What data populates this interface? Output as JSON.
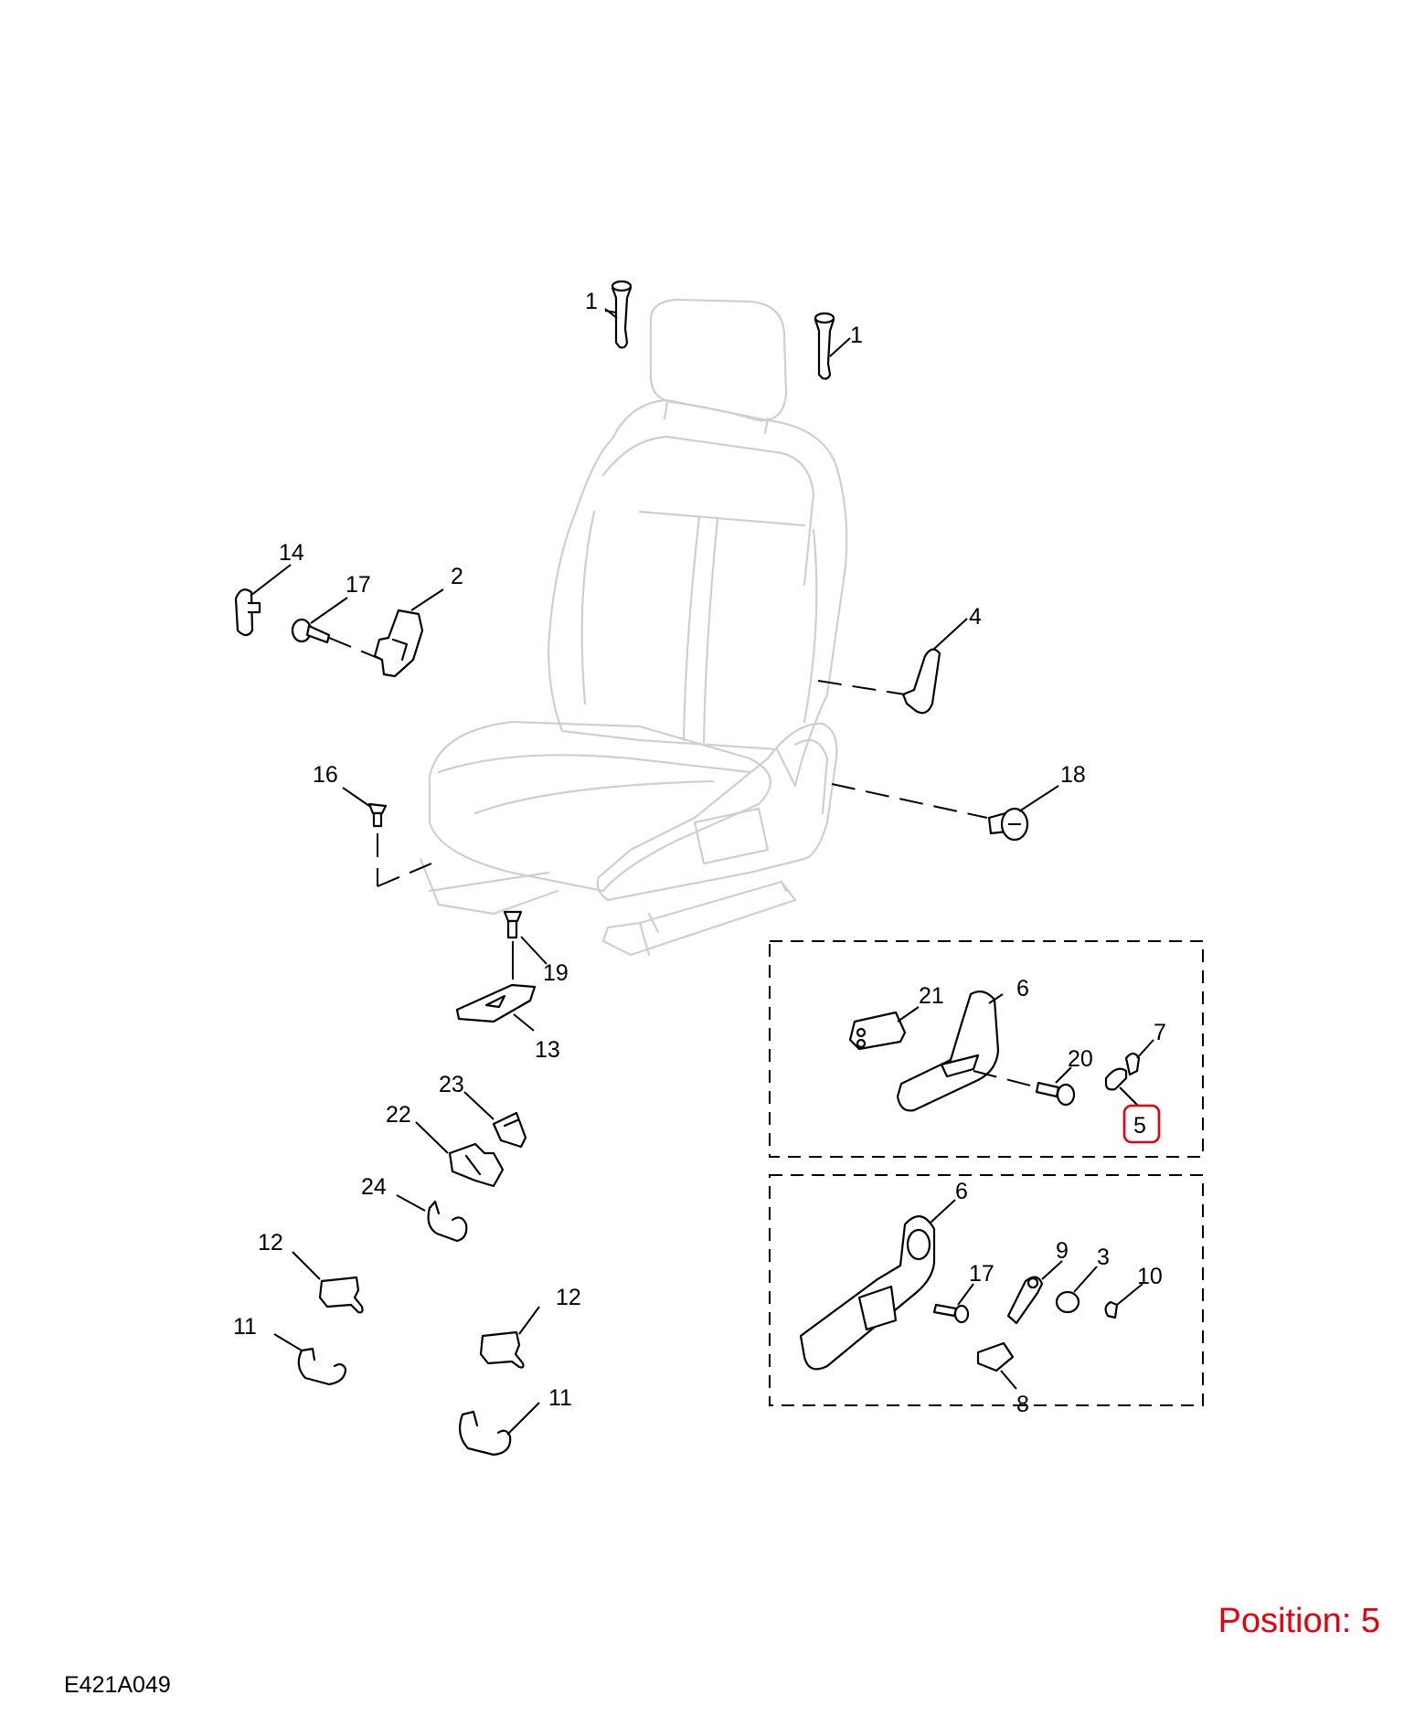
{
  "labels": {
    "p1a": "1",
    "p1b": "1",
    "p2": "2",
    "p3": "3",
    "p4": "4",
    "p5": "5",
    "p6a": "6",
    "p6b": "6",
    "p7": "7",
    "p8": "8",
    "p9": "9",
    "p10": "10",
    "p11a": "11",
    "p11b": "11",
    "p12a": "12",
    "p12b": "12",
    "p13": "13",
    "p14": "14",
    "p16": "16",
    "p17a": "17",
    "p17b": "17",
    "p18": "18",
    "p19": "19",
    "p20": "20",
    "p21": "21",
    "p22": "22",
    "p23": "23",
    "p24": "24"
  },
  "highlight": {
    "part": "5",
    "color": "#e8000f"
  },
  "footer": {
    "position_text": "Position: 5",
    "drawing_code": "E421A049"
  }
}
